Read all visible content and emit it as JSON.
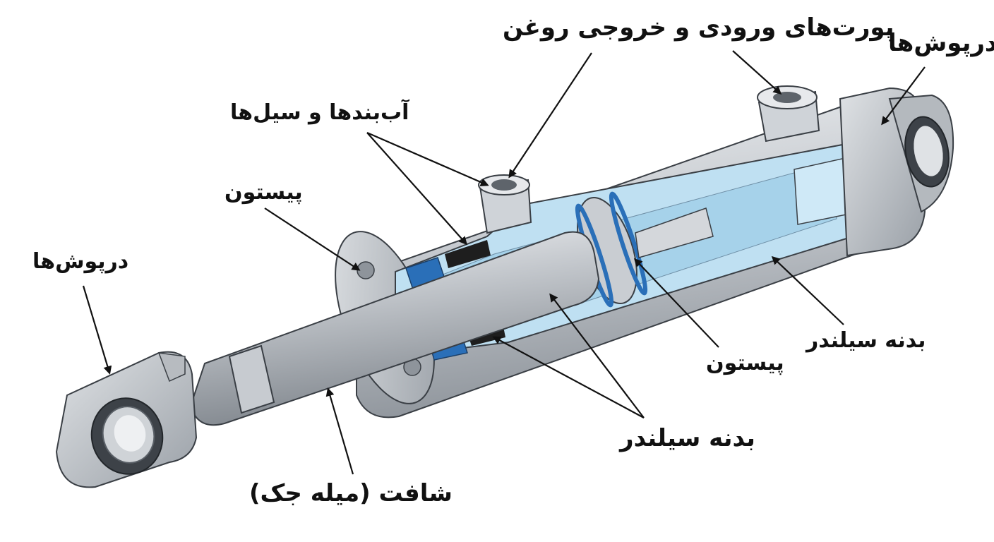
{
  "labels": {
    "ports": "پورت‌های ورودی و خروجی روغن",
    "end_caps_right": "درپوش‌ها",
    "seals": "آب‌بندها و سیل‌ها",
    "piston_left": "پیستون",
    "end_caps_left": "درپوش‌ها",
    "cylinder_body_right": "بدنه سیلندر",
    "piston_right": "پیستون",
    "cylinder_body_bottom": "بدنه سیلندر",
    "shaft": "شافت (میله جک)"
  },
  "colors": {
    "metal_light": "#e6e8eb",
    "metal_mid": "#b9bdc3",
    "metal_dark": "#7d838b",
    "cutaway_fluid": "#bfe0f2",
    "seal_blue": "#2a6fb8",
    "seal_black": "#1e1e1e",
    "outline": "#3a3f45",
    "arrow": "#111111"
  }
}
